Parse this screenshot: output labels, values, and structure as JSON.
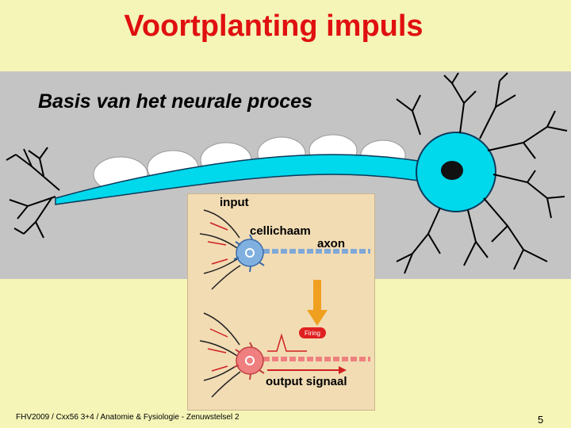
{
  "slide": {
    "title": "Voortplanting impuls",
    "subtitle": "Basis van het neurale proces",
    "footer": "FHV2009 / Cxx56 3+4 / Anatomie & Fysiologie - Zenuwstelsel 2",
    "page_number": "5"
  },
  "inset": {
    "labels": {
      "input": "input",
      "cell_body": "cellichaam",
      "axon": "axon",
      "output": "output signaal"
    },
    "firing_badge": "Firing"
  },
  "colors": {
    "title": "#e01010",
    "background": "#f5f5b8",
    "band": "#c4c4c4",
    "neuron": "#00d8ec",
    "resting_cell": "#7fb0e0",
    "firing_cell": "#f08080",
    "arrow": "#f0a020"
  }
}
